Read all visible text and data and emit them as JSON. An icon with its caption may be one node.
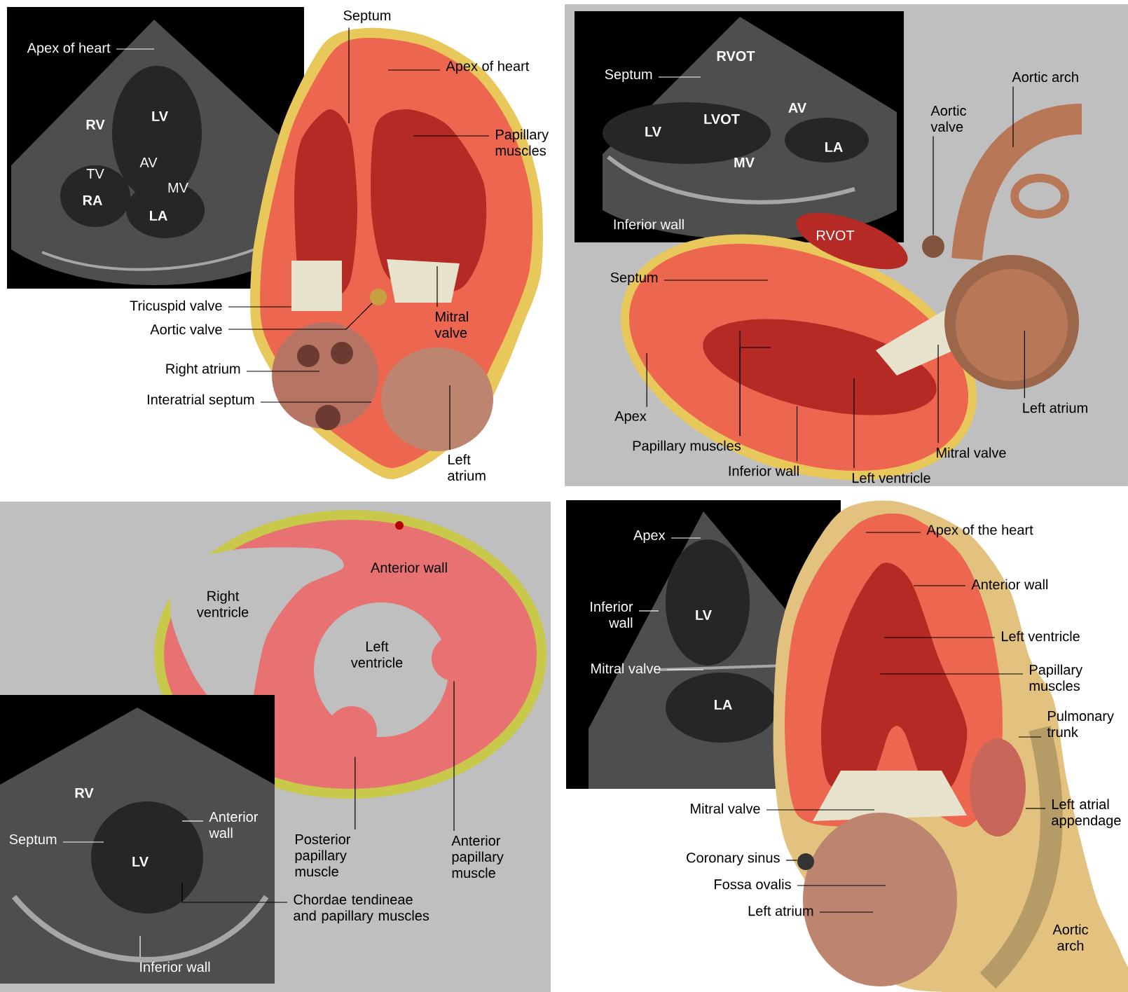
{
  "diagram": {
    "nodes": [
      {
        "text": [
          "Apex of heart"
        ]
      },
      {
        "text": [
          "Septum"
        ]
      },
      {
        "text": [
          "Apex of heart"
        ]
      },
      {
        "text": [
          "Papillary muscles"
        ]
      },
      {
        "text": [
          "Tricuspid valve"
        ]
      },
      {
        "text": [
          "Aortic valve"
        ]
      },
      {
        "text": [
          "Mitral valve"
        ]
      },
      {
        "text": [
          "Right atrium"
        ]
      },
      {
        "text": [
          "Interatrial septum"
        ]
      },
      {
        "text": [
          "Left atrium"
        ]
      },
      {
        "text": [
          "Septum"
        ]
      },
      {
        "text": [
          "Aortic arch"
        ]
      },
      {
        "text": [
          "Aortic valve"
        ]
      },
      {
        "text": [
          "Septum"
        ]
      },
      {
        "text": [
          "Apex"
        ]
      },
      {
        "text": [
          "Papillary muscles"
        ]
      },
      {
        "text": [
          "Inferior wall"
        ]
      },
      {
        "text": [
          "Left ventricle"
        ]
      },
      {
        "text": [
          "Mitral valve"
        ]
      },
      {
        "text": [
          "Left atrium"
        ]
      },
      {
        "text": [
          "Posterior papillary muscle"
        ]
      },
      {
        "text": [
          "Anterior papillary muscle"
        ]
      },
      {
        "text": [
          "Anterior wall"
        ]
      },
      {
        "text": [
          "Septum"
        ]
      },
      {
        "text": [
          "Chordae tendineae and papillary muscles"
        ]
      },
      {
        "text": [
          "Inferior wall"
        ]
      },
      {
        "text": [
          "Apex"
        ]
      },
      {
        "text": [
          "Inferior wall"
        ]
      },
      {
        "text": [
          "Mitral valve"
        ]
      },
      {
        "text": [
          "Apex of the heart"
        ]
      },
      {
        "text": [
          "Anterior wall"
        ]
      },
      {
        "text": [
          "Left ventricle"
        ]
      },
      {
        "text": [
          "Papillary muscles"
        ]
      },
      {
        "text": [
          "Pulmonary trunk"
        ]
      },
      {
        "text": [
          "Left atrial appendage"
        ]
      },
      {
        "text": [
          "Mitral valve"
        ]
      },
      {
        "text": [
          "Coronary sinus"
        ]
      },
      {
        "text": [
          "Fossa ovalis"
        ]
      },
      {
        "text": [
          "Left atrium"
        ]
      },
      {
        "text": [],
        "shape": "circle"
      },
      {
        "text": [],
        "shape": "circle"
      },
      {
        "text": [],
        "shape": "circle"
      },
      {
        "text": [],
        "shape": "circle"
      },
      {
        "text": [],
        "shape": "box"
      },
      {
        "text": [],
        "shape": "circle"
      }
    ],
    "edges": [
      {
        "from": 0,
        "to": null,
        "arrow": "none",
        "color": "#ffffff"
      },
      {
        "from": 1,
        "to": null,
        "arrow": "none"
      },
      {
        "from": 2,
        "to": null,
        "arrow": "none"
      },
      {
        "from": 3,
        "to": null,
        "arrow": "none"
      },
      {
        "from": 4,
        "to": 43,
        "arrow": "none"
      },
      {
        "from": 5,
        "to": 44,
        "arrow": "none"
      },
      {
        "from": 6,
        "to": null,
        "arrow": "none"
      },
      {
        "from": 7,
        "to": null,
        "arrow": "none"
      },
      {
        "from": 8,
        "to": null,
        "arrow": "none"
      },
      {
        "from": 9,
        "to": null,
        "arrow": "none"
      },
      {
        "from": 10,
        "to": null,
        "arrow": "none",
        "color": "#ffffff"
      },
      {
        "from": 11,
        "to": null,
        "arrow": "none"
      },
      {
        "from": 12,
        "to": 42,
        "arrow": "none"
      },
      {
        "from": 13,
        "to": null,
        "arrow": "none"
      },
      {
        "from": 14,
        "to": null,
        "arrow": "none"
      },
      {
        "from": 15,
        "to": null,
        "arrow": "none"
      },
      {
        "from": 16,
        "to": null,
        "arrow": "none"
      },
      {
        "from": 17,
        "to": null,
        "arrow": "none"
      },
      {
        "from": 18,
        "to": null,
        "arrow": "none"
      },
      {
        "from": 19,
        "to": null,
        "arrow": "none"
      },
      {
        "from": 20,
        "to": 39,
        "arrow": "none"
      },
      {
        "from": 21,
        "to": 40,
        "arrow": "none"
      },
      {
        "from": 22,
        "to": null,
        "arrow": "none",
        "color": "#ffffff"
      },
      {
        "from": 23,
        "to": null,
        "arrow": "none",
        "color": "#ffffff"
      },
      {
        "from": 24,
        "to": null,
        "arrow": "none"
      },
      {
        "from": 25,
        "to": null,
        "arrow": "none",
        "color": "#ffffff"
      },
      {
        "from": 26,
        "to": null,
        "arrow": "none",
        "color": "#ffffff"
      },
      {
        "from": 27,
        "to": null,
        "arrow": "none",
        "color": "#ffffff"
      },
      {
        "from": 28,
        "to": null,
        "arrow": "none",
        "color": "#ffffff"
      },
      {
        "from": 29,
        "to": null,
        "arrow": "none"
      },
      {
        "from": 30,
        "to": null,
        "arrow": "none"
      },
      {
        "from": 31,
        "to": null,
        "arrow": "none"
      },
      {
        "from": 32,
        "to": null,
        "arrow": "none"
      },
      {
        "from": 33,
        "to": null,
        "arrow": "none"
      },
      {
        "from": 34,
        "to": null,
        "arrow": "none"
      },
      {
        "from": 35,
        "to": null,
        "arrow": "none"
      },
      {
        "from": 36,
        "to": 41,
        "arrow": "none"
      },
      {
        "from": 37,
        "to": null,
        "arrow": "none"
      },
      {
        "from": 38,
        "to": null,
        "arrow": "none"
      },
      {
        "from": 15,
        "to": null,
        "arrow": "none"
      }
    ],
    "labels": [
      "LV",
      "RV",
      "AV",
      "TV",
      "MV",
      "RA",
      "LA",
      "RVOT",
      "AV",
      "LVOT",
      "LV",
      "LA",
      "MV",
      "Inferior wall",
      "RVOT",
      "Anterior wall",
      "Right ventricle",
      "Left ventricle",
      "RV",
      "LV",
      "LV",
      "LA",
      "Aortic arch"
    ]
  }
}
